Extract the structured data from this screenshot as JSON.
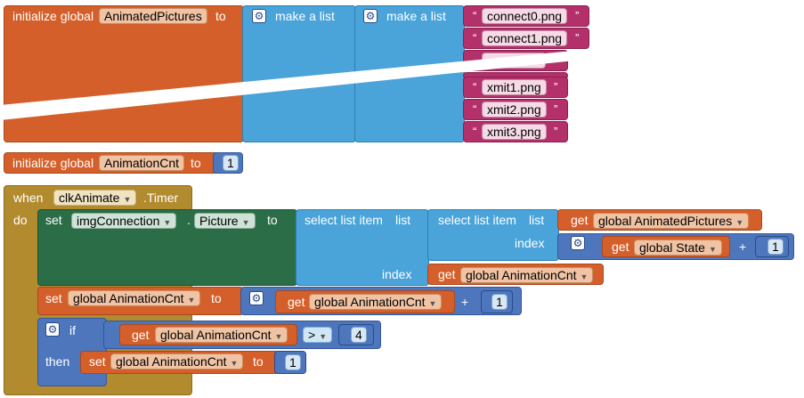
{
  "init_pictures": {
    "keyword": "initialize global",
    "var_name": "AnimatedPictures",
    "to": "to",
    "make_list": "make a list",
    "items": [
      "connect0.png",
      "connect1.png",
      "",
      "xmit1.png",
      "xmit2.png",
      "xmit3.png"
    ],
    "quote": "“",
    "endquote": "”"
  },
  "init_cnt": {
    "keyword": "initialize global",
    "var_name": "AnimationCnt",
    "to": "to",
    "value": "1"
  },
  "timer": {
    "when": "when",
    "component": "clkAnimate",
    "event": ".Timer",
    "do": "do",
    "set": "set",
    "set_component": "imgConnection",
    "dot": ".",
    "property": "Picture",
    "to": "to",
    "select_list_item": "select list item",
    "list": "list",
    "index": "index",
    "get": "get",
    "get_pictures": "global AnimatedPictures",
    "get_state": "global State",
    "plus": "+",
    "one": "1",
    "get_cnt": "global AnimationCnt",
    "set_cnt": "global AnimationCnt",
    "if": "if",
    "then": "then",
    "op": ">",
    "four": "4"
  }
}
